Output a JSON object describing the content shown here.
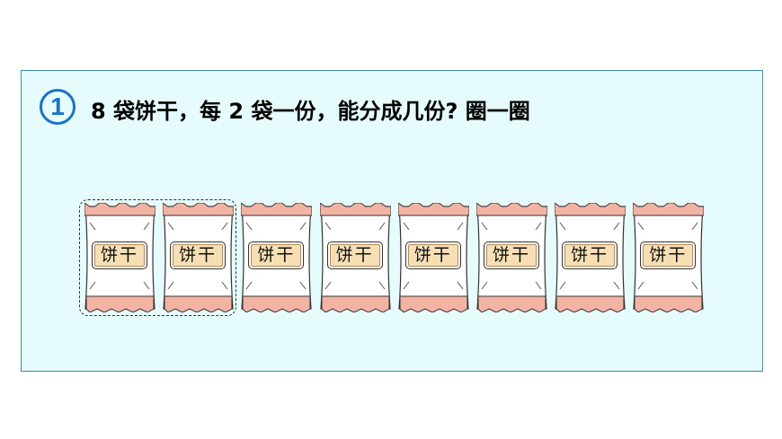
{
  "problem": {
    "number": "1",
    "question": "8 袋饼干，每 2 袋一份，能分成几份? 圈一圈"
  },
  "bags": [
    {
      "label": "饼干"
    },
    {
      "label": "饼干"
    },
    {
      "label": "饼干"
    },
    {
      "label": "饼干"
    },
    {
      "label": "饼干"
    },
    {
      "label": "饼干"
    },
    {
      "label": "饼干"
    },
    {
      "label": "饼干"
    }
  ],
  "circled_group": {
    "bags_in_group": 2
  },
  "colors": {
    "panel_bg": "#e6fbfb",
    "panel_border": "#3f8fb0",
    "accent_blue": "#1a73c8",
    "bag_stripe": "#f3b3a3",
    "label_bg": "#f7dfb4"
  }
}
